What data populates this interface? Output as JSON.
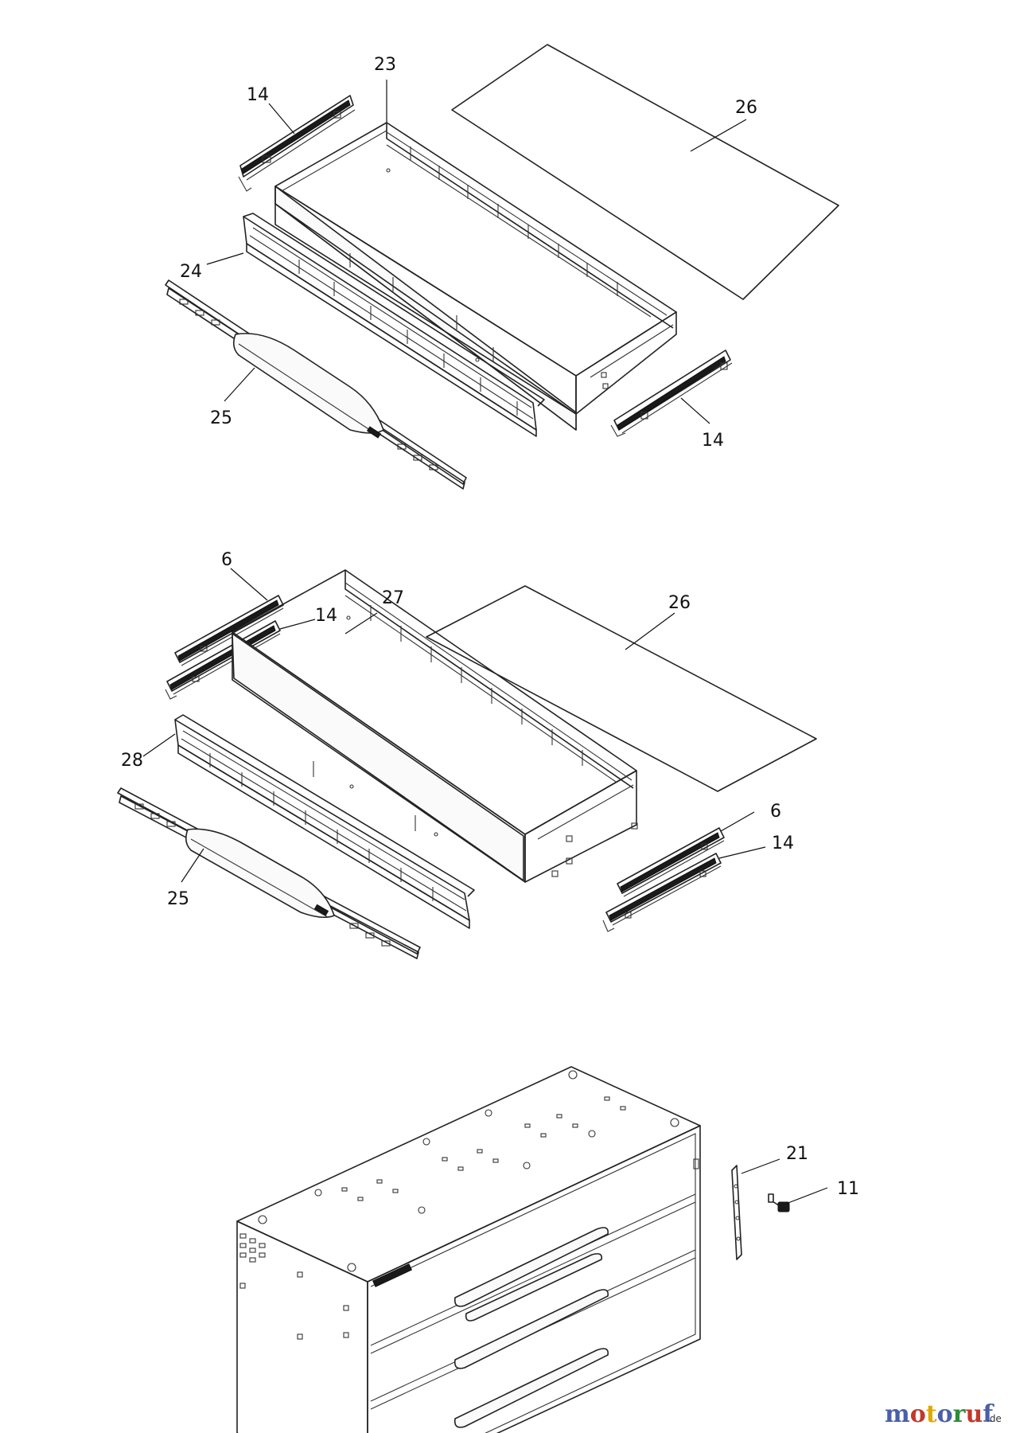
{
  "callouts": {
    "top_slide_left": "14",
    "top_drawer": "23",
    "top_liner": "26",
    "top_front_panel": "24",
    "top_handle": "25",
    "top_slide_right": "14",
    "mid_slide_upper_left": "6",
    "mid_slide_lower_left": "14",
    "mid_drawer": "27",
    "mid_liner": "26",
    "mid_front_panel": "28",
    "mid_handle": "25",
    "mid_slide_upper_right": "6",
    "mid_slide_lower_right": "14",
    "bracket": "21",
    "latch": "11"
  },
  "watermark": {
    "letters": [
      "m",
      "o",
      "t",
      "o",
      "r",
      "u",
      "f"
    ],
    "letter_colors": [
      "#4a5fa8",
      "#c0392b",
      "#e0a800",
      "#4a5fa8",
      "#2e8b3a",
      "#c0392b",
      "#4a5fa8"
    ],
    "domain": ".de"
  }
}
